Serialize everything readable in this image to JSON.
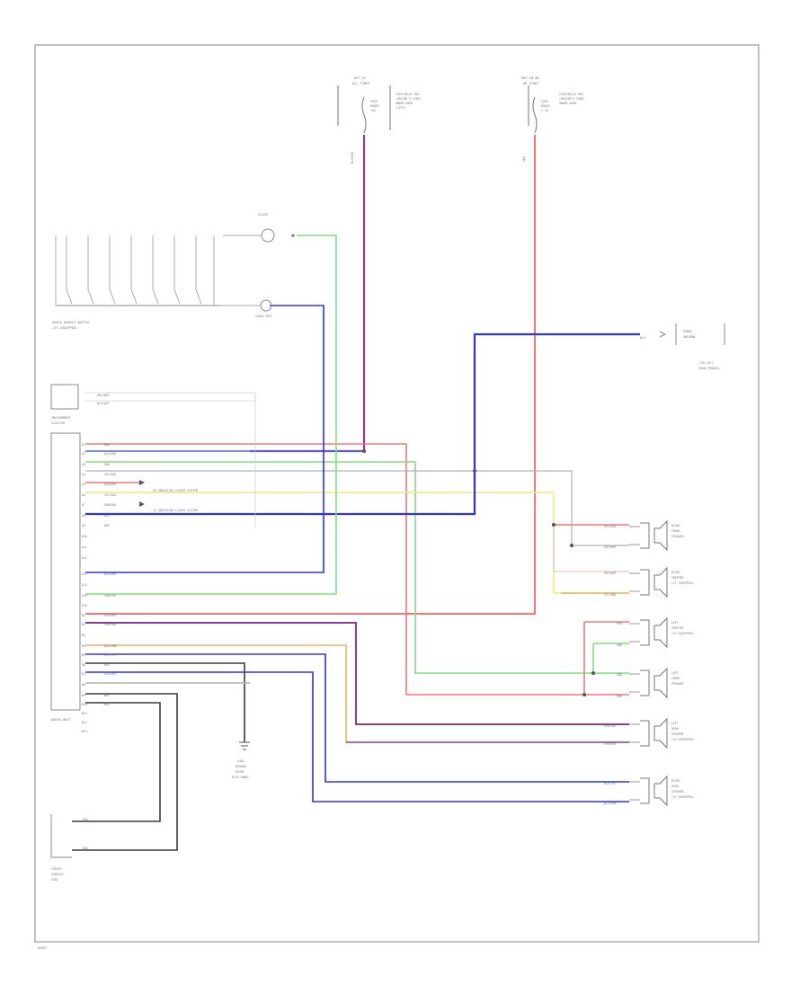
{
  "colors": {
    "red": "#f07878",
    "blue": "#3030e6",
    "green": "#7ee07e",
    "purple": "#8e3a8e",
    "yellow": "#ecec7a",
    "orange": "#f4b060",
    "gray": "#b0b0b0",
    "dark": "#3a3a3a",
    "frame": "#9a9a9a"
  },
  "components": {
    "fuse_left": [
      "HOT AT",
      "ALL TIMES",
      "FUSE",
      "RADIO",
      "15A"
    ],
    "fuse_left_note": [
      "FUSE/RELAY BOX",
      "(DRIVER'S SIDE)",
      "UNDER DASH",
      "(LEFT)"
    ],
    "fuse_right": [
      "HOT IN ON",
      "OR START",
      "FUSE",
      "RADIO",
      "7.5A"
    ],
    "fuse_right_note": [
      "FUSE/RELAY BOX",
      "(DRIVER'S SIDE)",
      "UNDER DASH"
    ],
    "clock": "CLOCK",
    "steering_switch": [
      "AUDIO REMOTE SWITCH",
      "(IF EQUIPPED)"
    ],
    "steering_sub": "CABLE REEL",
    "power_antenna": [
      "POWER",
      "ANTENNA"
    ],
    "power_antenna_loc": [
      "(IN LEFT",
      "REAR FENDER)"
    ],
    "instrument": [
      "INSTRUMENT",
      "CLUSTER"
    ],
    "radio": "AUDIO UNIT",
    "ground": [
      "G401",
      "BEHIND",
      "RIGHT",
      "KICK PANEL"
    ],
    "center_ground": [
      "CENTER",
      "CONSOLE",
      "G501"
    ],
    "speakers": [
      [
        "RIGHT",
        "FRONT",
        "SPEAKER"
      ],
      [
        "RIGHT",
        "TWEETER",
        "(IF EQUIPPED)"
      ],
      [
        "LEFT",
        "TWEETER",
        "(IF EQUIPPED)"
      ],
      [
        "LEFT",
        "FRONT",
        "SPEAKER"
      ],
      [
        "LEFT",
        "REAR",
        "SPEAKER",
        "(IF EQUIPPED)"
      ],
      [
        "RIGHT",
        "REAR",
        "SPEAKER",
        "(IF EQUIPPED)"
      ]
    ]
  },
  "pins": [
    "A1",
    "A2",
    "A3",
    "A4",
    "A5",
    "A6",
    "A7",
    "A8",
    "A9",
    "A10",
    "A11",
    "A12",
    "A13",
    "A14",
    "A15",
    "A16",
    "B1",
    "B2",
    "B3",
    "B4",
    "B5",
    "B6",
    "B7",
    "B8",
    "B9",
    "B10",
    "B11",
    "B12",
    "B13"
  ],
  "wire_labels": {
    "red": "RED",
    "blu_red": "BLU/RED",
    "grn": "GRN",
    "gry_wht": "GRY/WHT",
    "red_wht": "RED/WHT",
    "yel_blu": "YEL/BLU",
    "grn_blk": "GRN/BLK",
    "blu": "BLU",
    "wht": "WHT",
    "blu_wht": "BLU/WHT",
    "grn_yel": "GRN/YEL",
    "pur_wht": "PUR/WHT",
    "pur_red": "PUR/RED",
    "blu_grn": "BLU/GRN",
    "blu_yel": "BLU/YEL",
    "blk": "BLK",
    "blk_wht": "BLK/WHT",
    "yel_red": "YEL/RED",
    "note_1": "TO INDICATOR LIGHTS SYSTEM",
    "note_2": "TO INDICATOR LIGHTS SYSTEM",
    "page": "RADIO"
  }
}
